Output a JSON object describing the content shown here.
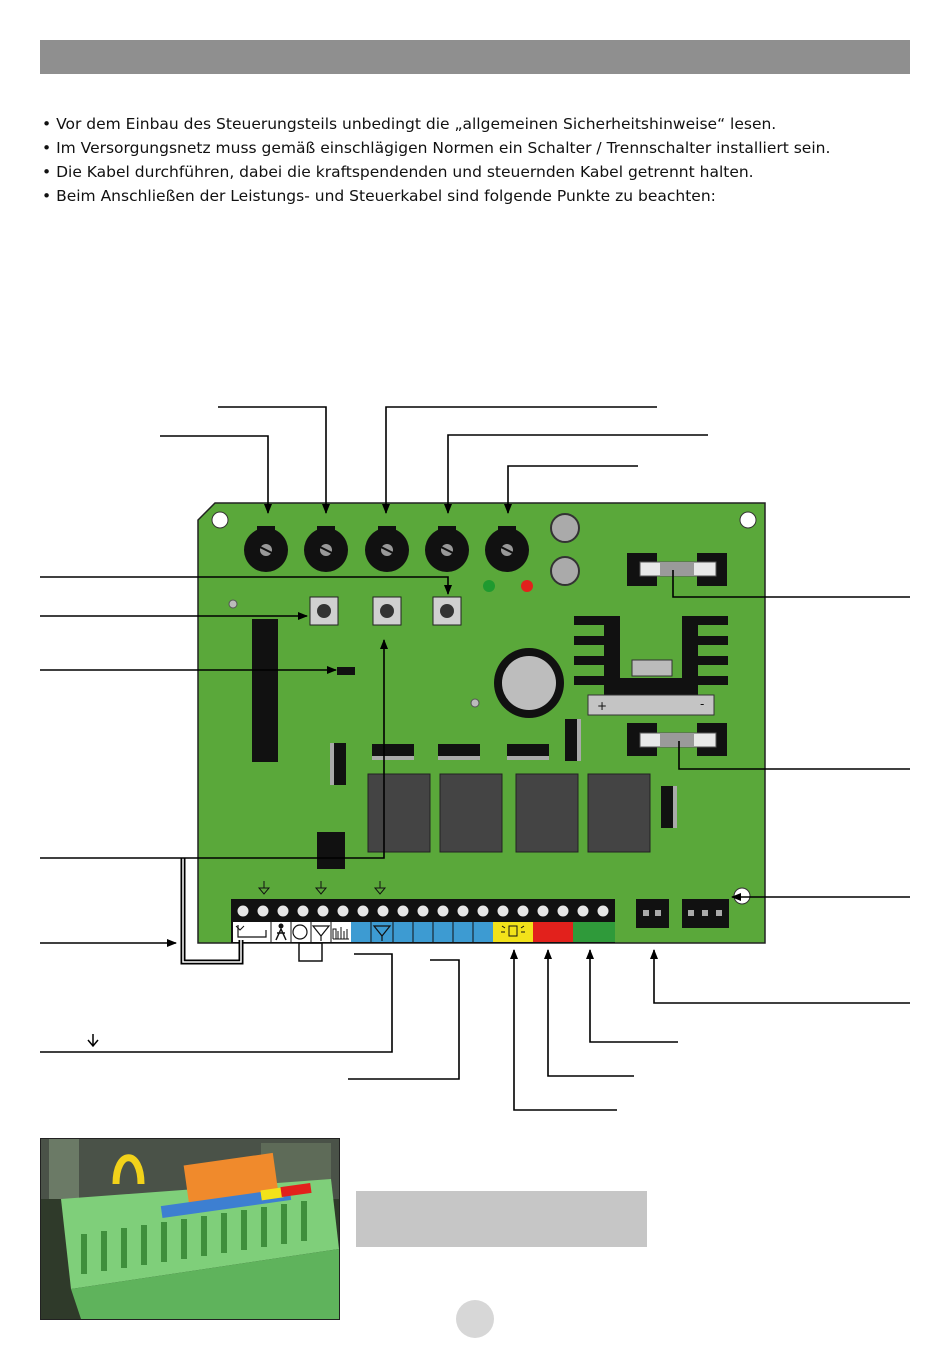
{
  "bullets": [
    "Vor dem Einbau des Steuerungsteils unbedingt die „allgemeinen Sicherheitshinweise“ lesen.",
    "Im Versorgungsnetz muss gemäß einschlägigen Normen ein Schalter / Trennschalter installiert sein.",
    "Die Kabel durchführen, dabei die kraftspendenden und steuernden Kabel getrennt halten.",
    "Beim Anschließen der Leistungs- und Steuerkabel sind folgende Punkte zu beachten:"
  ],
  "board": {
    "fuse_plus": "+",
    "fuse_minus": "-"
  },
  "colors": {
    "board_green": "#5aa83a",
    "terminal_blue": "#3d9bd2",
    "terminal_yellow": "#f2e21a",
    "terminal_red": "#e2211c",
    "terminal_green": "#2f9a3a",
    "header_bar": "#8f8f8f"
  }
}
